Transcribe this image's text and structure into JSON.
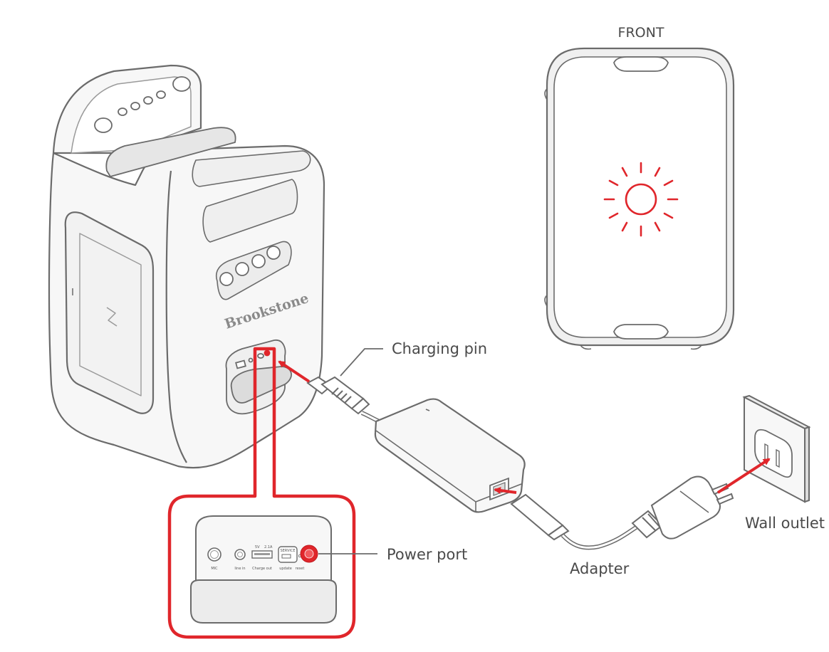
{
  "labels": {
    "front": "FRONT",
    "charging_pin": "Charging pin",
    "power_port": "Power port",
    "wall_outlet": "Wall outlet",
    "adapter": "Adapter"
  },
  "brand": "Brookstone",
  "panel_ports": {
    "mic": "MIC",
    "line_in": "line in",
    "usb_top_left": "5V",
    "usb_top_right": "2.1A",
    "charge_out": "Charge out",
    "service": "SERVICE",
    "update": "update",
    "reset": "reset"
  },
  "colors": {
    "accent_red": "#e0262b",
    "line_gray": "#6b6b6b",
    "fill_light": "#f4f4f4"
  }
}
